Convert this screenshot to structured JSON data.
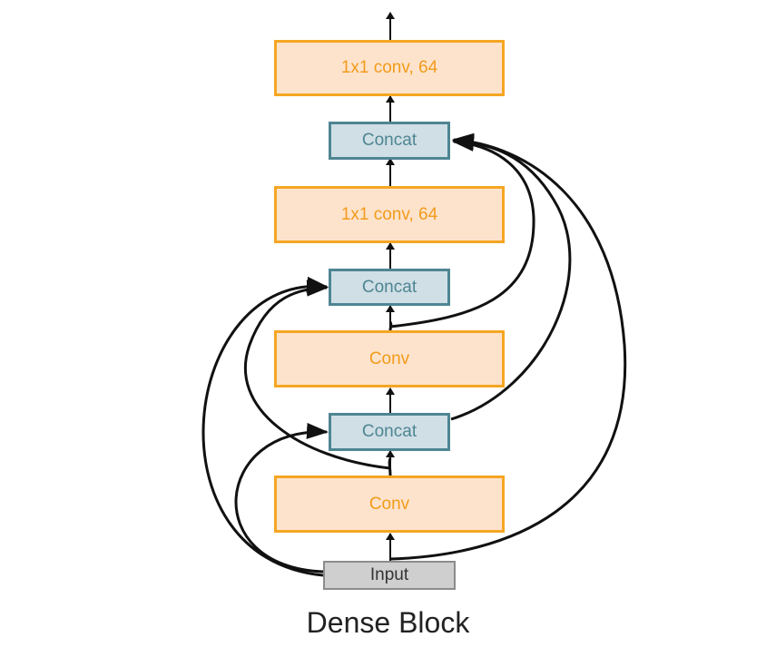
{
  "blocks": {
    "conv_top": "1x1 conv, 64",
    "concat_top": "Concat",
    "conv_mid": "1x1 conv, 64",
    "concat_mid": "Concat",
    "conv_upper": "Conv",
    "concat_low": "Concat",
    "conv_lower": "Conv",
    "input": "Input"
  },
  "caption": "Dense Block",
  "colors": {
    "conv_fill": "#fde3cc",
    "conv_border": "#f5a623",
    "conv_text": "#f29b1a",
    "concat_fill": "#cfdfe5",
    "concat_border": "#4f8593",
    "input_fill": "#cfcfcf",
    "input_border": "#8c8c8c",
    "arrow": "#111111"
  }
}
